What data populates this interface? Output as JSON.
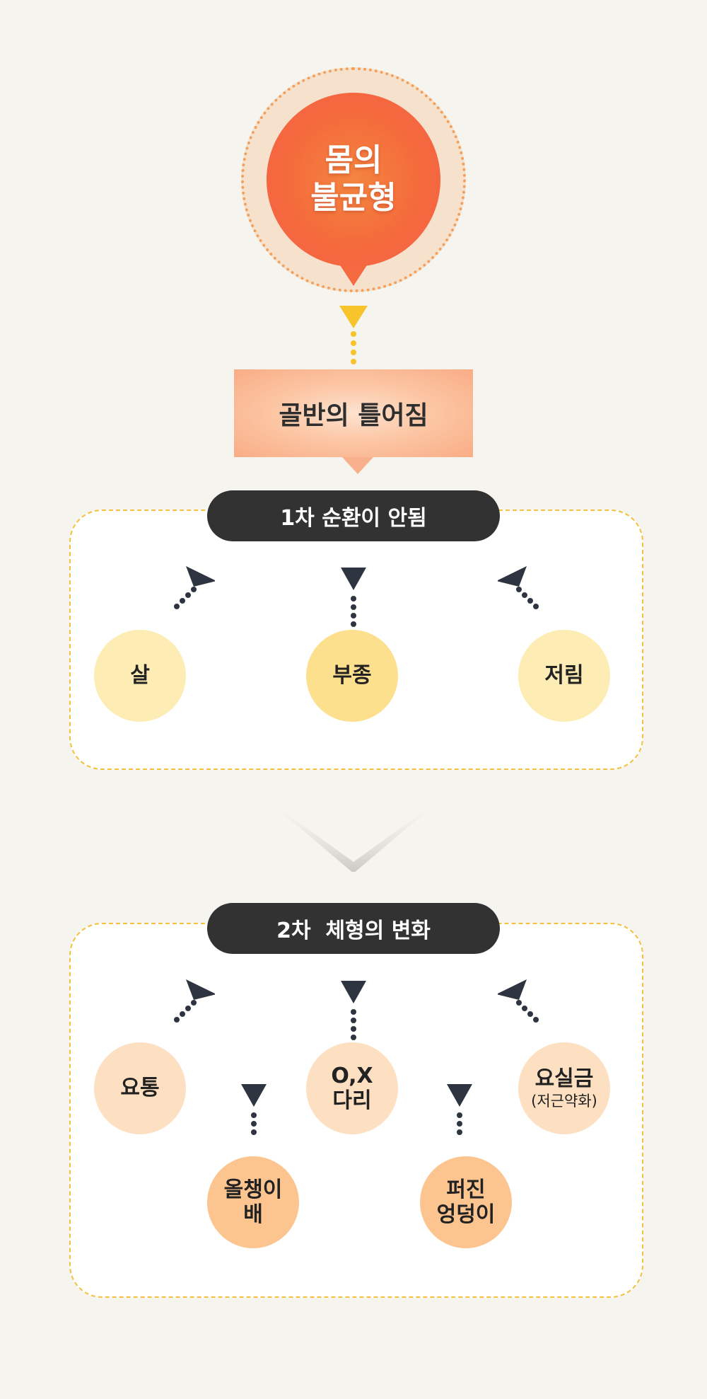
{
  "top": {
    "title": "몸의\n불균형"
  },
  "pelvis": {
    "label": "골반의 틀어짐"
  },
  "stage1": {
    "title": "1차 순환이 안됨",
    "nodes": [
      {
        "label": "살"
      },
      {
        "label": "부종"
      },
      {
        "label": "저림"
      }
    ]
  },
  "stage2": {
    "title": "2차  체형의 변화",
    "nodes": [
      {
        "label": "요통"
      },
      {
        "label": "O,X",
        "label2": "다리"
      },
      {
        "label": "요실금",
        "sub": "(저근약화)"
      },
      {
        "label": "올챙이",
        "label2": "배"
      },
      {
        "label": "퍼진",
        "label2": "엉덩이"
      }
    ]
  },
  "colors": {
    "accent_orange": "#f46a3c",
    "accent_yellow": "#f7c42c",
    "pill_dark": "#323232",
    "panel_border": "#f3c13b"
  }
}
